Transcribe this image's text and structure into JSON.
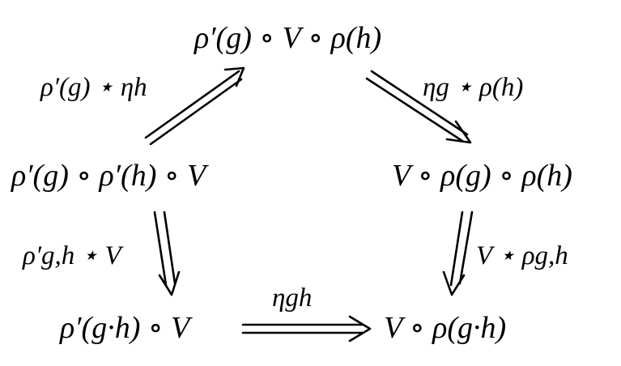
{
  "nodes": {
    "top": "ρ′(g) ∘ V ∘ ρ(h)",
    "left": "ρ′(g) ∘ ρ′(h) ∘ V",
    "right": "V ∘ ρ(g) ∘ ρ(h)",
    "bottom_left": "ρ′(g·h) ∘ V",
    "bottom_right": "V ∘ ρ(g·h)"
  },
  "arrows": {
    "left_to_top": "ρ′(g) ⋆ ηh",
    "top_to_right": "ηg ⋆ ρ(h)",
    "left_to_bottom_left": "ρ′g,h ⋆ V",
    "right_to_bottom_right": "V ⋆ ρg,h",
    "bottom_left_to_bottom_right": "ηgh"
  },
  "colors": {
    "ink": "#000000",
    "background": "#ffffff"
  }
}
